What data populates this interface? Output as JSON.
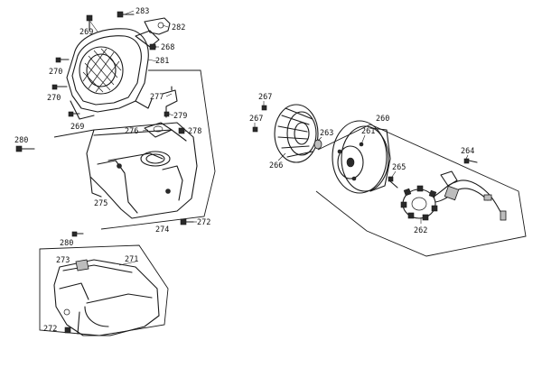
{
  "callouts": [
    {
      "id": "c283",
      "text": "283"
    },
    {
      "id": "c282",
      "text": "282"
    },
    {
      "id": "c269a",
      "text": "269"
    },
    {
      "id": "c268",
      "text": "268"
    },
    {
      "id": "c281",
      "text": "281"
    },
    {
      "id": "c270a",
      "text": "270"
    },
    {
      "id": "c270b",
      "text": "270"
    },
    {
      "id": "c269b",
      "text": "269"
    },
    {
      "id": "c277",
      "text": "277"
    },
    {
      "id": "c279",
      "text": "279"
    },
    {
      "id": "c276",
      "text": "276"
    },
    {
      "id": "c278",
      "text": "278"
    },
    {
      "id": "c280a",
      "text": "280"
    },
    {
      "id": "c275",
      "text": "275"
    },
    {
      "id": "c272a",
      "text": "272"
    },
    {
      "id": "c274",
      "text": "274"
    },
    {
      "id": "c280b",
      "text": "280"
    },
    {
      "id": "c273",
      "text": "273"
    },
    {
      "id": "c271",
      "text": "271"
    },
    {
      "id": "c272b",
      "text": "272"
    },
    {
      "id": "c267a",
      "text": "267"
    },
    {
      "id": "c267b",
      "text": "267"
    },
    {
      "id": "c260",
      "text": "260"
    },
    {
      "id": "c263",
      "text": "263"
    },
    {
      "id": "c261",
      "text": "261"
    },
    {
      "id": "c264",
      "text": "264"
    },
    {
      "id": "c266",
      "text": "266"
    },
    {
      "id": "c265",
      "text": "265"
    },
    {
      "id": "c262",
      "text": "262"
    }
  ]
}
